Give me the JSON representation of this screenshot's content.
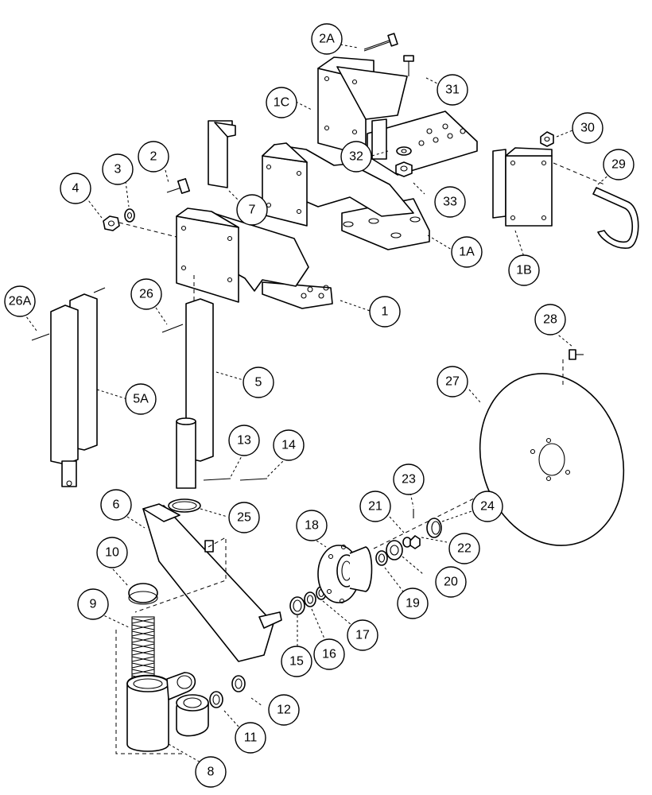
{
  "diagram": {
    "callouts": [
      {
        "id": "c-1",
        "label": "1"
      },
      {
        "id": "c-1A",
        "label": "1A"
      },
      {
        "id": "c-1B",
        "label": "1B"
      },
      {
        "id": "c-1C",
        "label": "1C"
      },
      {
        "id": "c-2",
        "label": "2"
      },
      {
        "id": "c-2A",
        "label": "2A"
      },
      {
        "id": "c-3",
        "label": "3"
      },
      {
        "id": "c-4",
        "label": "4"
      },
      {
        "id": "c-5",
        "label": "5"
      },
      {
        "id": "c-5A",
        "label": "5A"
      },
      {
        "id": "c-6",
        "label": "6"
      },
      {
        "id": "c-7",
        "label": "7"
      },
      {
        "id": "c-8",
        "label": "8"
      },
      {
        "id": "c-9",
        "label": "9"
      },
      {
        "id": "c-10",
        "label": "10"
      },
      {
        "id": "c-11",
        "label": "11"
      },
      {
        "id": "c-12",
        "label": "12"
      },
      {
        "id": "c-13",
        "label": "13"
      },
      {
        "id": "c-14",
        "label": "14"
      },
      {
        "id": "c-15",
        "label": "15"
      },
      {
        "id": "c-16",
        "label": "16"
      },
      {
        "id": "c-17",
        "label": "17"
      },
      {
        "id": "c-18",
        "label": "18"
      },
      {
        "id": "c-19",
        "label": "19"
      },
      {
        "id": "c-20",
        "label": "20"
      },
      {
        "id": "c-21",
        "label": "21"
      },
      {
        "id": "c-22",
        "label": "22"
      },
      {
        "id": "c-23",
        "label": "23"
      },
      {
        "id": "c-24",
        "label": "24"
      },
      {
        "id": "c-25",
        "label": "25"
      },
      {
        "id": "c-26",
        "label": "26"
      },
      {
        "id": "c-26A",
        "label": "26A"
      },
      {
        "id": "c-27",
        "label": "27"
      },
      {
        "id": "c-28",
        "label": "28"
      },
      {
        "id": "c-29",
        "label": "29"
      },
      {
        "id": "c-30",
        "label": "30"
      },
      {
        "id": "c-31",
        "label": "31"
      },
      {
        "id": "c-32",
        "label": "32"
      },
      {
        "id": "c-33",
        "label": "33"
      }
    ]
  }
}
